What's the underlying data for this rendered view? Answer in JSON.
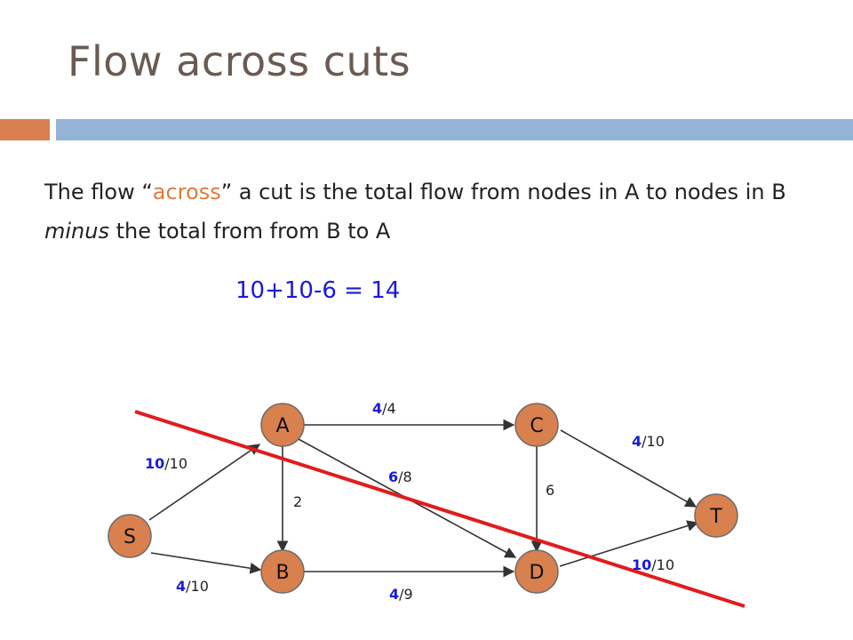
{
  "slide": {
    "title": "Flow across cuts",
    "text_prefix": "The flow “",
    "text_accent": "across",
    "text_mid": "” a cut is the total flow from nodes in A to nodes in B ",
    "text_italic": "minus",
    "text_suffix": " the total from from B to A",
    "equation": "10+10-6 = 14"
  },
  "colors": {
    "title": "#6b5a52",
    "accent_bar": "#d9804f",
    "header_bar": "#94b3d6",
    "node_fill": "#d9804f",
    "flow_value": "#1a1ad6",
    "cut_line": "#e01c1c"
  },
  "graph": {
    "nodes": {
      "S": "S",
      "A": "A",
      "B": "B",
      "C": "C",
      "D": "D",
      "T": "T"
    },
    "edges": {
      "s_a": {
        "flow": "10",
        "cap": "/10"
      },
      "s_b": {
        "flow": "4",
        "cap": "/10"
      },
      "a_c": {
        "flow": "4",
        "cap": "/4"
      },
      "a_d": {
        "flow": "6",
        "cap": "/8"
      },
      "a_b": {
        "label": "2"
      },
      "c_d": {
        "label": "6"
      },
      "c_t": {
        "flow": "4",
        "cap": "/10"
      },
      "b_d": {
        "flow": "4",
        "cap": "/9"
      },
      "d_t": {
        "flow": "10",
        "cap": "/10"
      }
    }
  }
}
